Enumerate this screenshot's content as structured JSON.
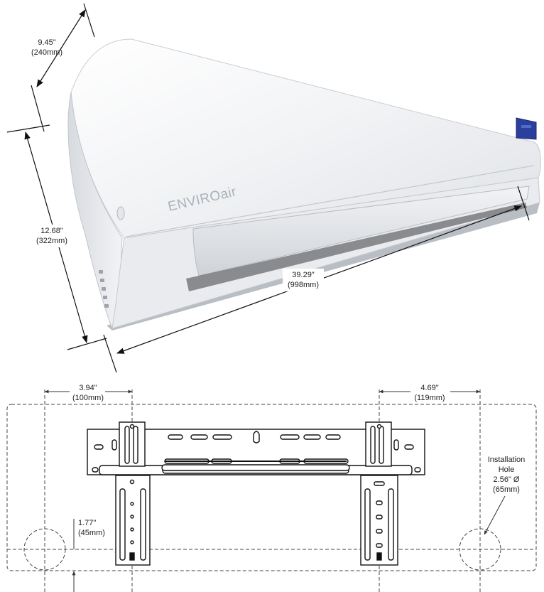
{
  "product": {
    "brand_logo": "ENVIROair"
  },
  "dimensions": {
    "depth": {
      "imperial": "9.45\"",
      "metric": "(240mm)"
    },
    "height": {
      "imperial": "12.68\"",
      "metric": "(322mm)"
    },
    "width": {
      "imperial": "39.29\"",
      "metric": "(998mm)"
    }
  },
  "bracket": {
    "left_offset": {
      "imperial": "3.94\"",
      "metric": "(100mm)"
    },
    "right_offset": {
      "imperial": "4.69\"",
      "metric": "(119mm)"
    },
    "bottom_offset": {
      "imperial": "1.77\"",
      "metric": "(45mm)"
    },
    "installation_hole": {
      "line1": "Installation",
      "line2": "Hole",
      "size": "2.56\" Ø",
      "metric": "(65mm)"
    }
  },
  "colors": {
    "unit_body": "#eef0f2",
    "display_panel": "#2b3f9c",
    "line": "#1a1a1a"
  }
}
